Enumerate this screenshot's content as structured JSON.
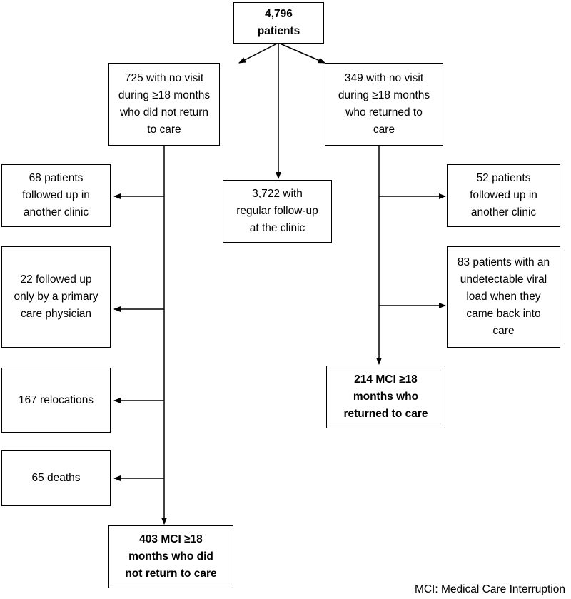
{
  "nodes": {
    "total": "4,796\npatients",
    "no_return": "725 with no visit\nduring ≥18 months\nwho did not return\nto care",
    "returned": "349 with no visit\nduring ≥18 months\nwho returned to\ncare",
    "regular": "3,722 with\nregular follow-up\nat the clinic",
    "other_clinic_left": "68 patients\nfollowed up in\nanother clinic",
    "primary_care": "22 followed up\nonly by a primary\ncare physician",
    "relocations": "167 relocations",
    "deaths": "65 deaths",
    "mci_no_return": "403 MCI ≥18\nmonths who did\nnot return to care",
    "other_clinic_right": "52 patients\nfollowed up in\nanother clinic",
    "undetectable": "83 patients with an\nundetectable viral\nload when they\ncame back into\ncare",
    "mci_returned": "214 MCI ≥18\nmonths who\nreturned to care"
  },
  "footnote": "MCI: Medical Care Interruption",
  "colors": {
    "line": "#000000",
    "box_border": "#000000",
    "background": "#ffffff"
  }
}
